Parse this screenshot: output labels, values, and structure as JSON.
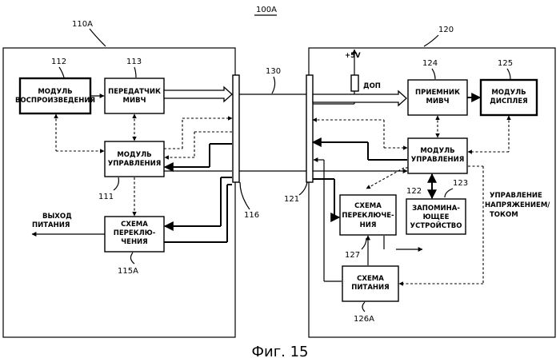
{
  "diagram": {
    "system_ref": "100A",
    "caption": "Фиг. 15",
    "source_device": {
      "ref": "110A",
      "blocks": {
        "playback": {
          "ref": "112",
          "lines": [
            "МОДУЛЬ",
            "ВОСПРОИЗВЕДЕНИЯ"
          ]
        },
        "transmitter": {
          "ref": "113",
          "lines": [
            "ПЕРЕДАТЧИК",
            "МИВЧ"
          ]
        },
        "control": {
          "ref": "111",
          "lines": [
            "МОДУЛЬ",
            "УПРАВЛЕНИЯ"
          ]
        },
        "switching": {
          "ref": "115A",
          "lines": [
            "СХЕМА",
            "ПЕРЕКЛЮ-",
            "ЧЕНИЯ"
          ]
        }
      },
      "power_output_lines": [
        "ВЫХОД",
        "ПИТАНИЯ"
      ],
      "connector_ref": "116"
    },
    "cable_ref": "130",
    "sink_device": {
      "ref": "120",
      "blocks": {
        "receiver": {
          "ref": "124",
          "lines": [
            "ПРИЕМНИК",
            "МИВЧ"
          ]
        },
        "display": {
          "ref": "125",
          "lines": [
            "МОДУЛЬ",
            "ДИСПЛЕЯ"
          ]
        },
        "control": {
          "ref": "122",
          "lines": [
            "МОДУЛЬ",
            "УПРАВЛЕНИЯ"
          ]
        },
        "storage": {
          "ref": "123",
          "lines": [
            "ЗАПОМИНА-",
            "ЮЩЕЕ",
            "УСТРОЙСТВО"
          ]
        },
        "switching": {
          "ref": "127",
          "lines": [
            "СХЕМА",
            "ПЕРЕКЛЮЧЕ-",
            "НИЯ"
          ]
        },
        "power": {
          "ref": "126A",
          "lines": [
            "СХЕМА",
            "ПИТАНИЯ"
          ]
        }
      },
      "supply_label": "+5V",
      "resistor_label": "ДОП",
      "connector_ref": "121",
      "control_note_lines": [
        "УПРАВЛЕНИЕ",
        "НАПРЯЖЕНИЕМ/",
        "ТОКОМ"
      ]
    }
  }
}
